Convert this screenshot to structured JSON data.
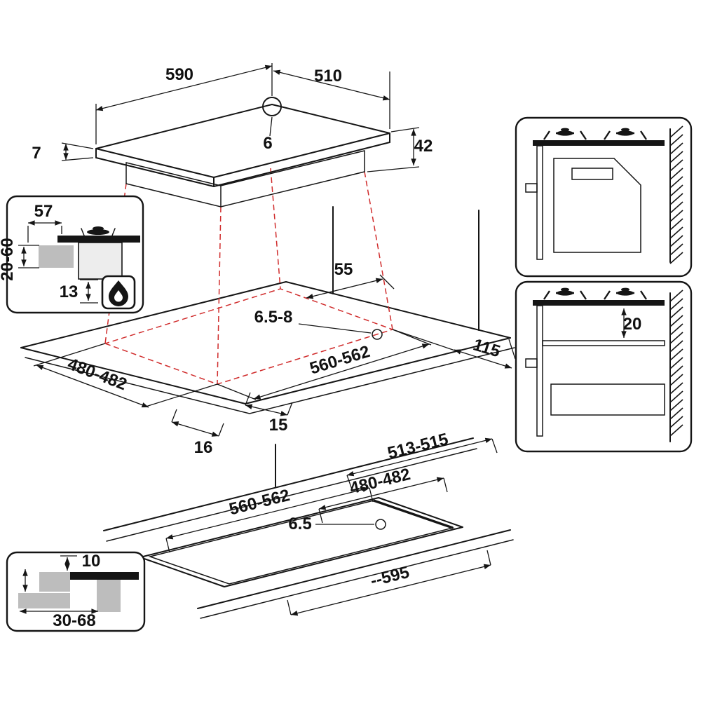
{
  "page": {
    "background": "#ffffff",
    "line_color": "#151515",
    "projection_color": "#d02c2c",
    "worktop_fill": "#bdbdbd"
  },
  "hob_view": {
    "width": "590",
    "depth": "510",
    "hole_diameter": "6",
    "glass_thickness": "7",
    "body_height": "42"
  },
  "cutout_view": {
    "rear_clearance": "55",
    "hole_diameter_range": "6.5-8",
    "cutout_depth": "480-482",
    "cutout_width": "560-562",
    "right_clearance": "115",
    "side_gap": "16",
    "front_gap": "15"
  },
  "section_detail": {
    "box_width": "57",
    "worktop_thickness": "20-60",
    "bottom_clearance": "13"
  },
  "clearance_view": {
    "shelf_gap": "20"
  },
  "flush_view": {
    "frame_depth": "513-515",
    "cutout_depth": "480-482",
    "cutout_width": "560-562",
    "hole_diameter": "6.5",
    "overall_width": "--595"
  },
  "edge_detail": {
    "proud_height": "10",
    "worktop_thickness": "30-68"
  }
}
